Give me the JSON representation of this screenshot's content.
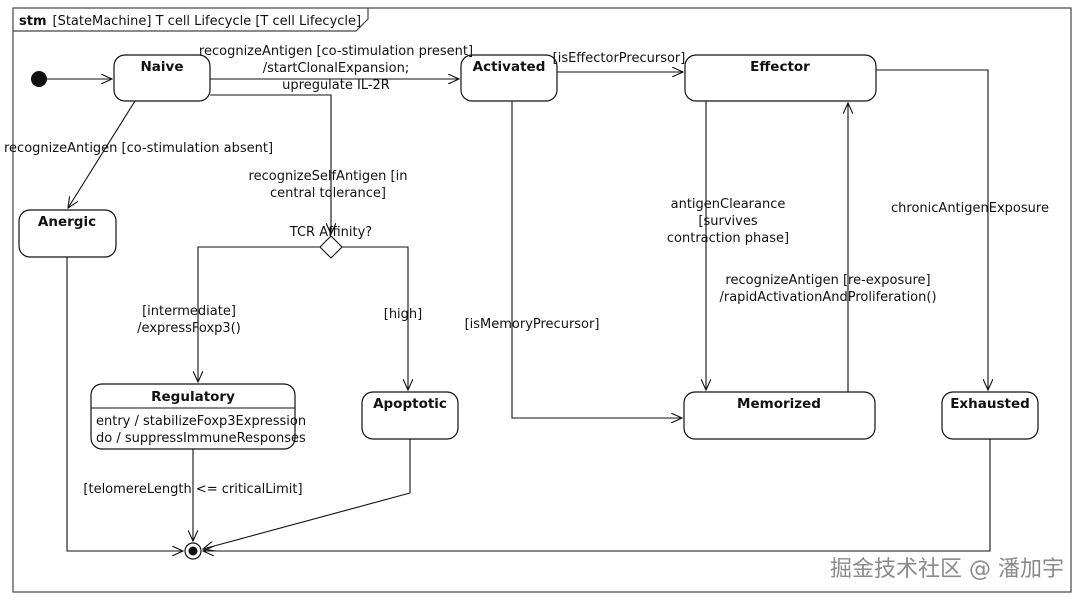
{
  "frame": {
    "keyword": "stm",
    "title": "[StateMachine] T cell Lifecycle [T cell Lifecycle]"
  },
  "states": {
    "naive": "Naive",
    "activated": "Activated",
    "effector": "Effector",
    "anergic": "Anergic",
    "regulatory": {
      "name": "Regulatory",
      "entry": "entry / stabilizeFoxp3Expression",
      "do": "do / suppressImmuneResponses"
    },
    "apoptotic": "Apoptotic",
    "memorized": "Memorized",
    "exhausted": "Exhausted"
  },
  "decision": {
    "label": "TCR Affinity?"
  },
  "transitions": {
    "naive_activated": [
      "recognizeAntigen [co-stimulation present]",
      "/startClonalExpansion;",
      "upregulate IL-2R"
    ],
    "naive_anergic": "recognizeAntigen [co-stimulation absent]",
    "naive_decision": [
      "recognizeSelfAntigen [in",
      "central tolerance]"
    ],
    "decision_regulatory": [
      "[intermediate]",
      "/expressFoxp3()"
    ],
    "decision_apoptotic": "[high]",
    "activated_effector": "[isEffectorPrecursor]",
    "activated_memorized": "[isMemoryPrecursor]",
    "effector_memorized": [
      "antigenClearance",
      "[survives",
      "contraction phase]"
    ],
    "memorized_effector": [
      "recognizeAntigen [re-exposure]",
      "/rapidActivationAndProliferation()"
    ],
    "effector_exhausted": "chronicAntigenExposure",
    "regulatory_final": "[telomereLength <= criticalLimit]"
  },
  "watermark": "掘金技术社区 @ 潘加宇"
}
